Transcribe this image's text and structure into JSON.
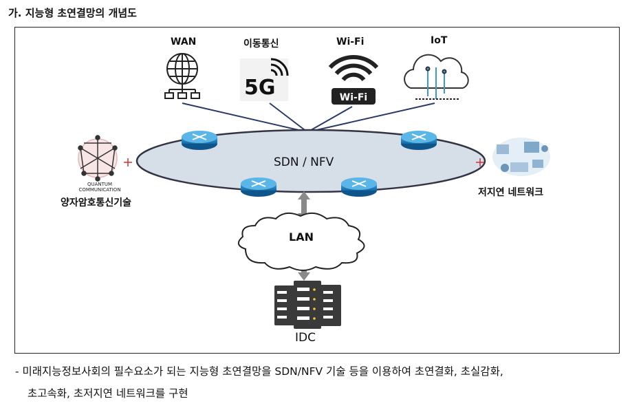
{
  "heading": "가. 지능형 초연결망의 개념도",
  "diagram": {
    "top_nodes": [
      {
        "label": "WAN",
        "icon": "globe-network-icon"
      },
      {
        "label": "이동통신",
        "icon": "5g-icon",
        "badge": "5G"
      },
      {
        "label": "Wi-Fi",
        "icon": "wifi-icon",
        "badge": "Wi-Fi"
      },
      {
        "label": "IoT",
        "icon": "iot-cloud-icon"
      }
    ],
    "core_label": "SDN / NFV",
    "left_node": {
      "label": "양자암호통신기술",
      "logo_text": [
        "QUANTUM",
        "COMMUNICATION"
      ],
      "icon": "quantum-network-icon"
    },
    "right_node": {
      "label": "저지연 네트워크",
      "icon": "low-latency-network-icon"
    },
    "lan_label": "LAN",
    "idc_label": "IDC",
    "colors": {
      "ellipse_fill": "#d6dee8",
      "router": "#1f86c8",
      "link_line": "#2b3a68",
      "arrow": "#8a8a8a"
    }
  },
  "description": {
    "line1": "- 미래지능정보사회의 필수요소가 되는 지능형 초연결망을 SDN/NFV 기술 등을 이용하여 초연결화, 초실감화,",
    "line2": "초고속화, 초저지연 네트워크를 구현"
  }
}
